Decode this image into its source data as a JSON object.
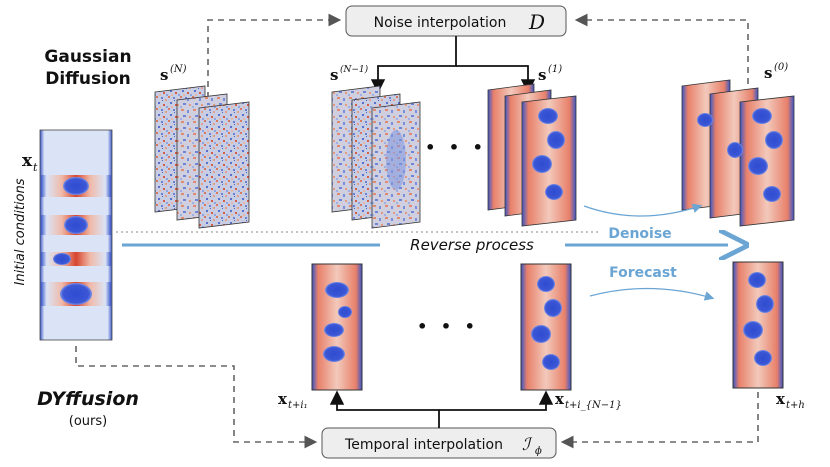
{
  "labels": {
    "gaussian_line1": "Gaussian",
    "gaussian_line2": "Diffusion",
    "dyffusion": "DYffusion",
    "ours": "(ours)",
    "initial_conditions": "Initial conditions",
    "reverse_process": "Reverse process",
    "denoise": "Denoise",
    "forecast": "Forecast",
    "ellipsis_top": "• • •",
    "ellipsis_bottom": "• • •"
  },
  "boxes": {
    "noise_interpolation": {
      "text": "Noise interpolation",
      "symbol": "D"
    },
    "temporal_interpolation": {
      "text": "Temporal interpolation",
      "symbol": "ℐ",
      "subscript": "ϕ"
    }
  },
  "math": {
    "x_t_base": "x",
    "x_t_sub": "t",
    "s_N_base": "s",
    "s_N_sup": "(N)",
    "s_N1_base": "s",
    "s_N1_sup": "(N−1)",
    "s_1_base": "s",
    "s_1_sup": "(1)",
    "s_0_base": "s",
    "s_0_sup": "(0)",
    "x_ti1_base": "x",
    "x_ti1_sub": "t+i₁",
    "x_tiN1_base": "x",
    "x_tiN1_sub": "t+i_{N−1}",
    "x_th_base": "x",
    "x_th_sub": "t+h"
  },
  "colors": {
    "accent_blue": "#6aa5d4",
    "field_red": "#d6452e",
    "field_blue": "#3b57d6",
    "field_bg": "#dbe4f6",
    "dash_gray": "#666666"
  }
}
